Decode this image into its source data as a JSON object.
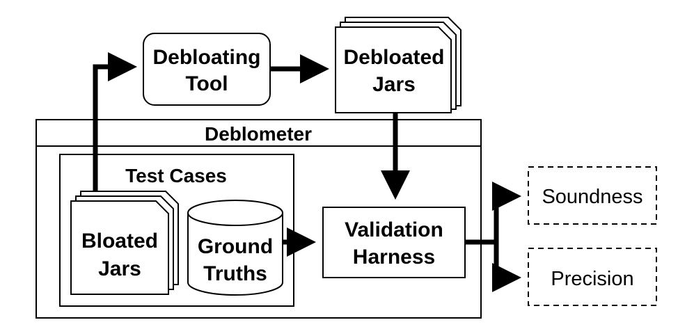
{
  "diagram": {
    "debloating_tool": [
      "Debloating",
      "Tool"
    ],
    "debloated_jars": [
      "Debloated",
      "Jars"
    ],
    "deblometer": "Deblometer",
    "test_cases": "Test Cases",
    "bloated_jars": [
      "Bloated",
      "Jars"
    ],
    "ground_truths": [
      "Ground",
      "Truths"
    ],
    "validation_harness": [
      "Validation",
      "Harness"
    ],
    "soundness": "Soundness",
    "precision": "Precision"
  }
}
